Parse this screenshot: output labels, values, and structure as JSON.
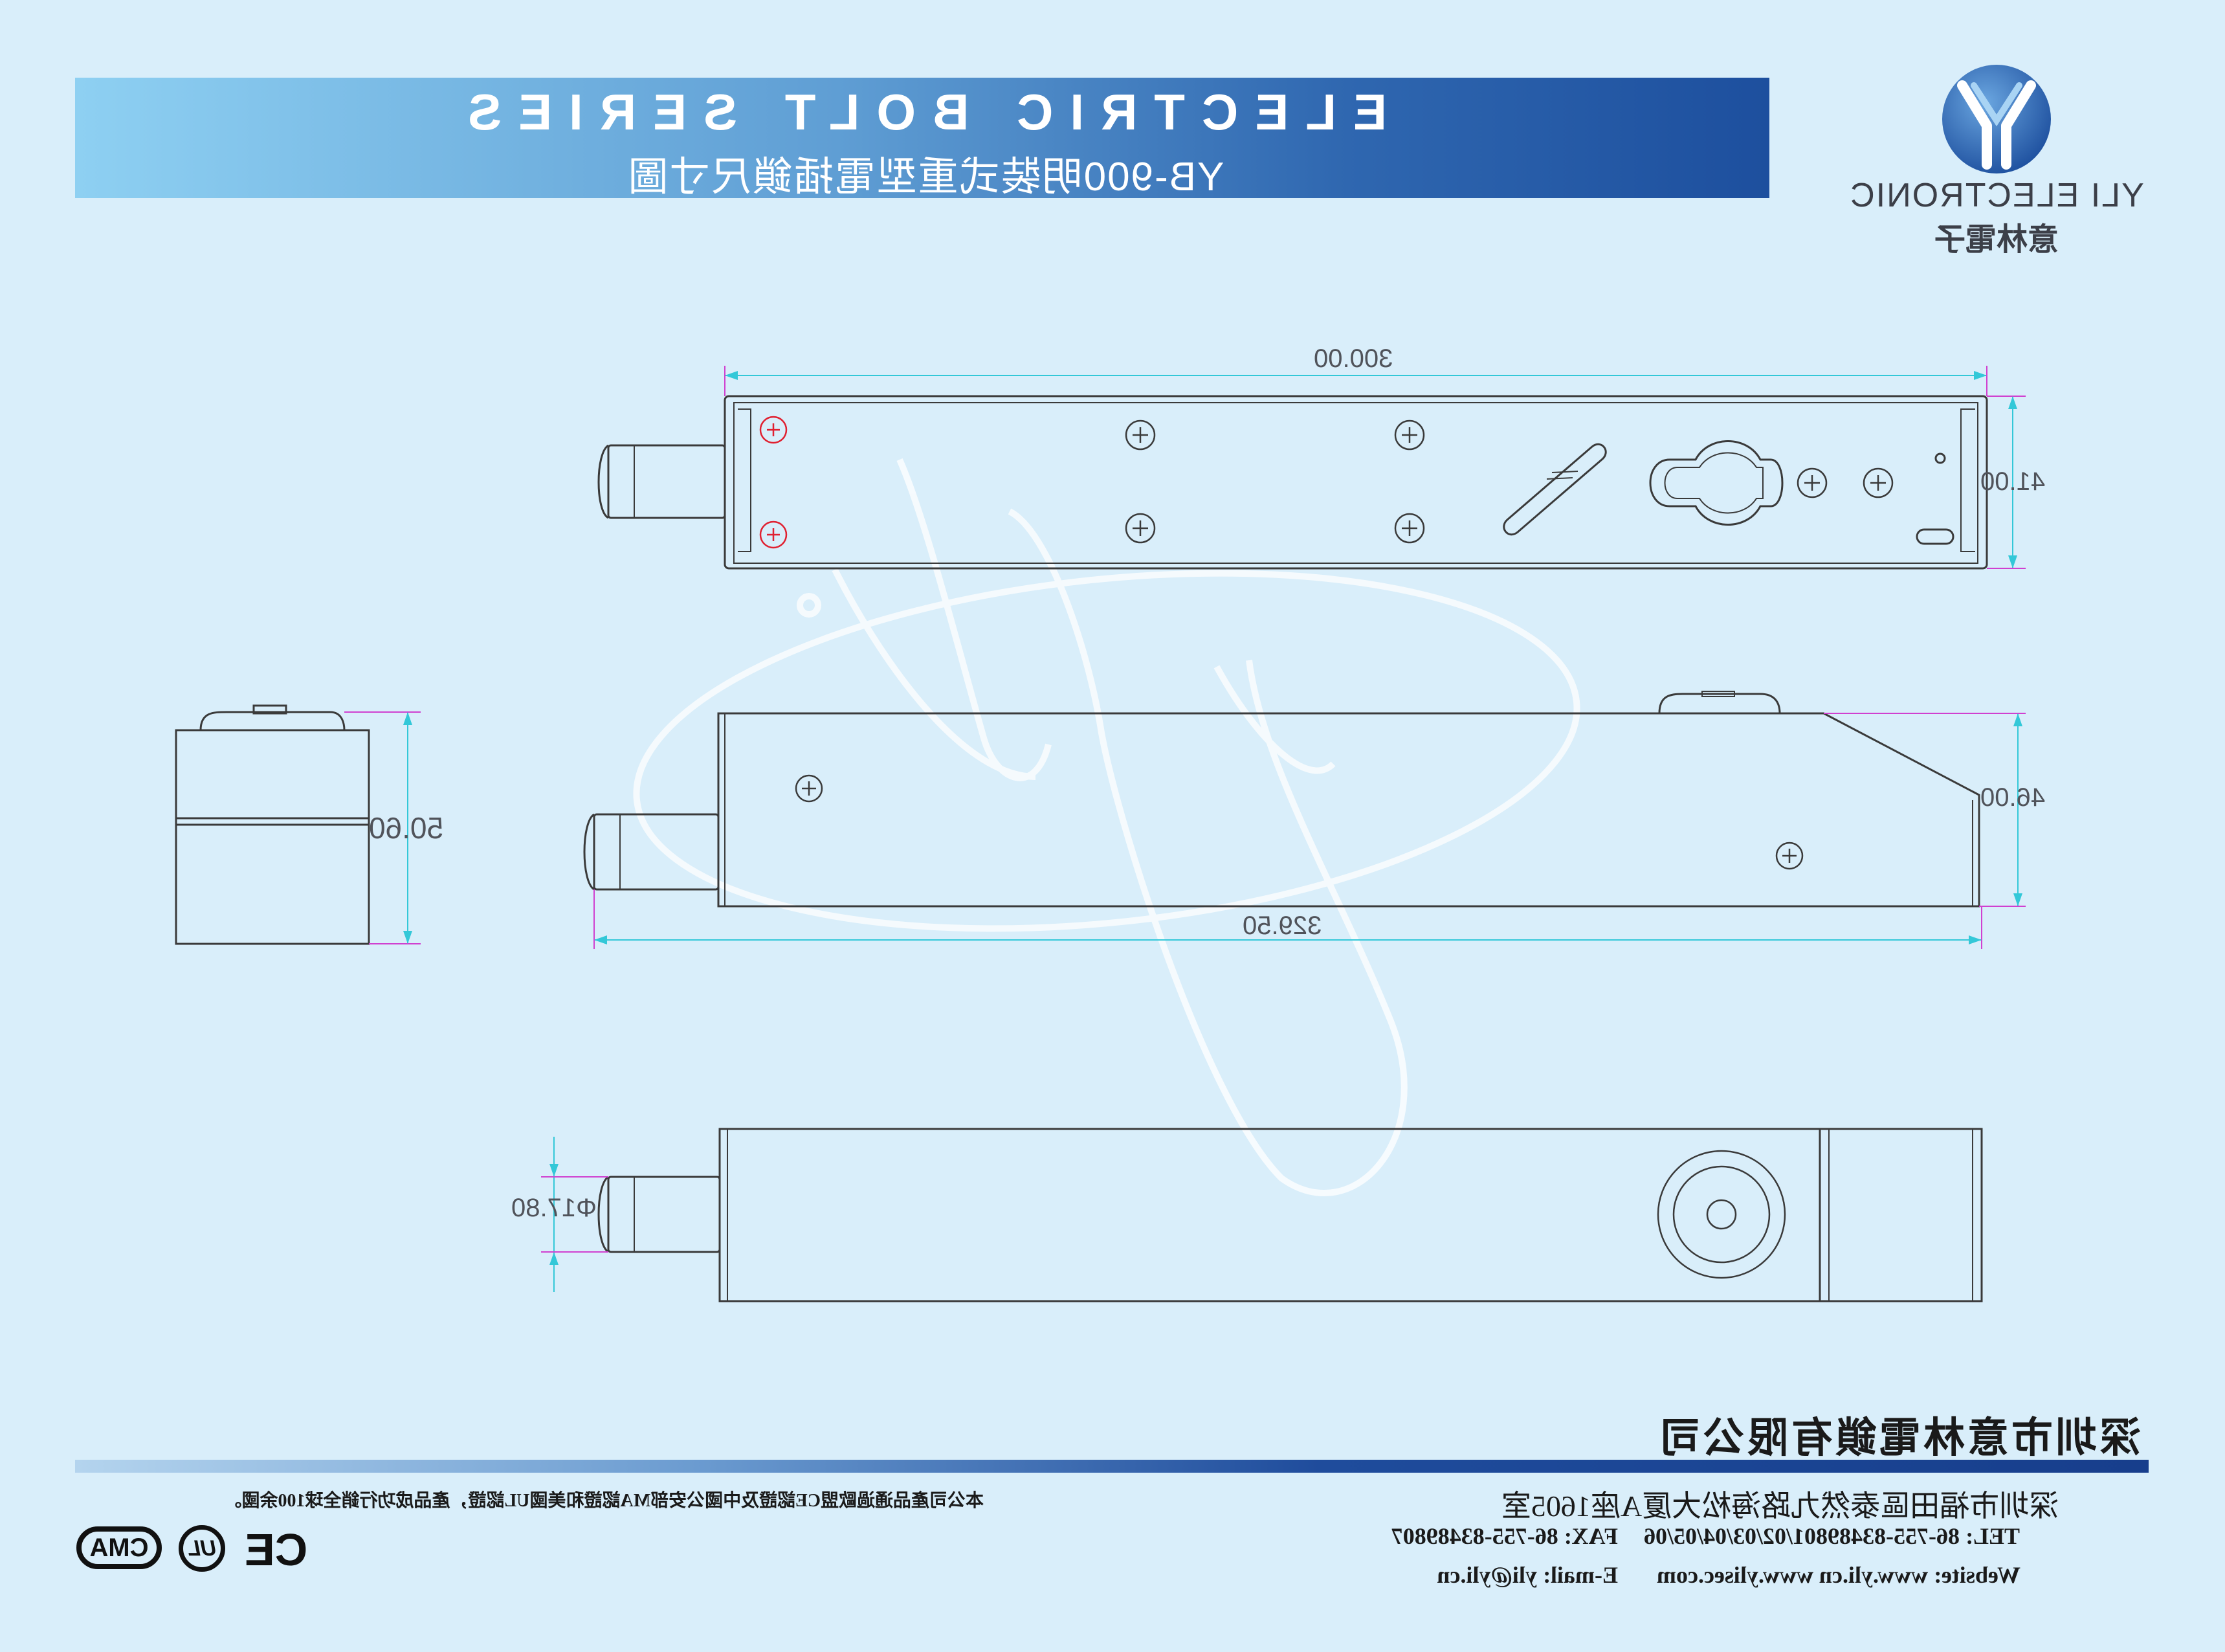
{
  "header": {
    "title": "ELECTRIC BOLT SERIES",
    "subtitle": "YB-900明裝式重型電插鎖尺寸圖"
  },
  "brand": {
    "logo_letter": "Y",
    "name": "YLI ELECTRONIC",
    "name_cn": "意林電子",
    "icon": "yli-logo-icon"
  },
  "drawing": {
    "dimensions": {
      "top_length": "300.00",
      "top_height": "41.00",
      "end_height": "50.60",
      "side_height": "46.00",
      "overall_length": "329.50",
      "bolt_diameter": "Φ17.80"
    }
  },
  "footer": {
    "company": "深圳市意林電鎖有限公司",
    "address": "深圳市福田區泰然九路海松大厦A座1605室",
    "tel": "TEL: 86-755-83489801/02/03/04/05/06",
    "fax": "FAX: 86-755-83489807",
    "website": "Website: www.yli.cn www.ylisec.com",
    "email": "E-mail: yli@yli.cn",
    "certification_note": "本公司產品通過歐盟CE認證及中國公安部MA認證和美國UL認證，產品成功行銷全球100余國。",
    "cert_marks": [
      "CMA",
      "UL",
      "CE"
    ]
  },
  "colors": {
    "background": "#d9eefa",
    "banner_dark": "#1d4f9e",
    "banner_light": "#8ed0f2",
    "dimension_line": "#33c8d8",
    "extension_line": "#d040d0",
    "outline": "#3a3a3a"
  }
}
